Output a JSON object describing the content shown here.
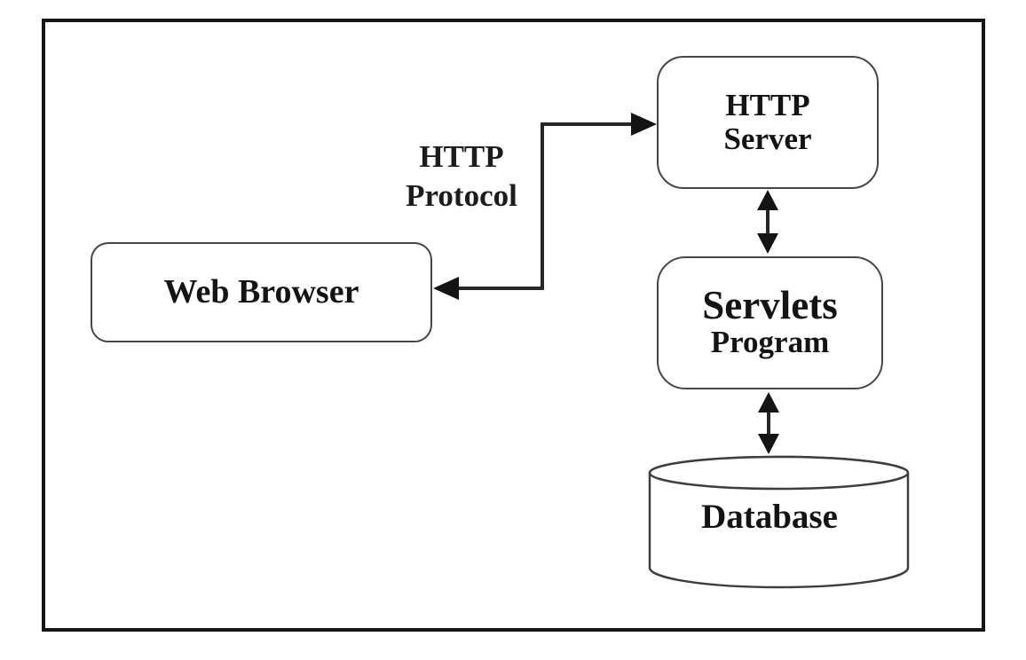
{
  "nodes": {
    "http_server": {
      "line1": "HTTP",
      "line2": "Server"
    },
    "web_browser": {
      "label": "Web Browser"
    },
    "servlets_program": {
      "line1": "Servlets",
      "line2": "Program"
    },
    "database": {
      "label": "Database"
    }
  },
  "edge_labels": {
    "http_protocol": {
      "line1": "HTTP",
      "line2": "Protocol"
    }
  },
  "colors": {
    "background": "#ffffff",
    "frame_border": "#161616",
    "box_border": "#464646",
    "connector_line": "#262626",
    "arrow_fill": "#141414",
    "text": "#141414"
  }
}
